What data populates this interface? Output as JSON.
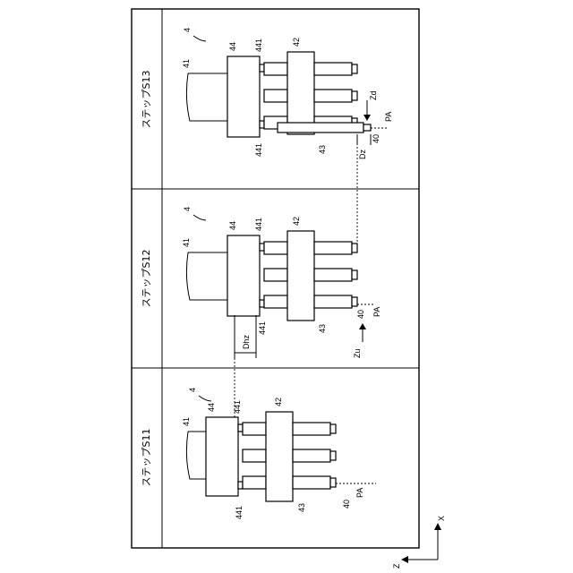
{
  "titles": {
    "s13": "ステップS13",
    "s12": "ステップS12",
    "s11": "ステップS11"
  },
  "labels": {
    "n4": "4",
    "n41": "41",
    "n44": "44",
    "n441": "441",
    "n42": "42",
    "n43": "43",
    "n40": "40",
    "pa": "PA",
    "zd": "Zd",
    "dz": "Dz",
    "zu": "Zu",
    "dhz": "Dhz",
    "x": "X",
    "z": "Z"
  }
}
